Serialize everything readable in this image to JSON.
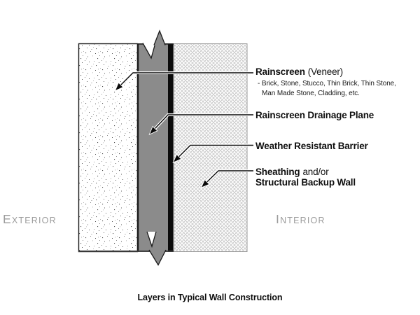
{
  "caption": "Layers in Typical Wall Construction",
  "side_labels": {
    "exterior": "Exterior",
    "interior": "Interior"
  },
  "annotations": {
    "rainscreen": {
      "name": "Rainscreen",
      "qualifier": "(Veneer)",
      "examples_line1": "- Brick, Stone, Stucco, Thin Brick, Thin Stone,",
      "examples_line2": "Man Made Stone, Cladding, etc."
    },
    "drainage_plane": {
      "name": "Rainscreen Drainage Plane"
    },
    "weather_barrier": {
      "name": "Weather Resistant Barrier"
    },
    "sheathing": {
      "name": "Sheathing",
      "qualifier": "and/or",
      "name_line2": "Structural Backup Wall"
    }
  },
  "colors": {
    "drainage_plane_gray": "#8b8b8b",
    "weather_barrier_black": "#0b0b0b",
    "hatch_gray": "#c6c6c6",
    "muted_side_text": "#9c9c9c",
    "line_black": "#111111"
  }
}
